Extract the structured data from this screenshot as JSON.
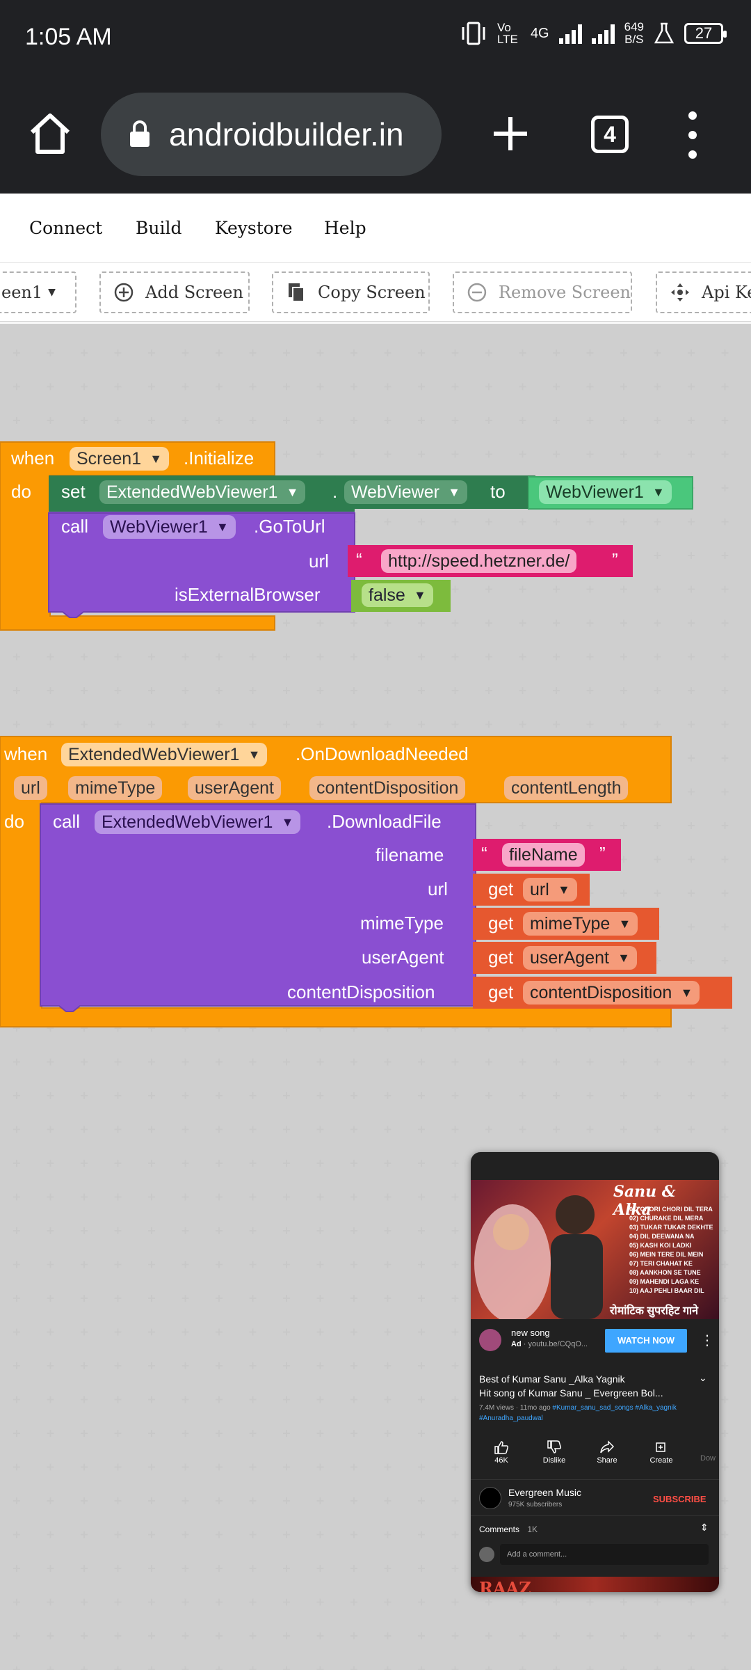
{
  "status_bar": {
    "time": "1:05 AM",
    "network": "Vo LTE",
    "network_type": "4G",
    "speed_value": "649",
    "speed_unit": "B/S",
    "battery": "27"
  },
  "browser": {
    "url": "androidbuilder.in",
    "tab_count": "4"
  },
  "app_menu": {
    "items": [
      "Connect",
      "Build",
      "Keystore",
      "Help"
    ]
  },
  "screen_bar": {
    "screen_select": "een1",
    "add_screen": "Add Screen",
    "copy_screen": "Copy Screen",
    "remove_screen": "Remove Screen",
    "api_key": "Api Ke"
  },
  "block1": {
    "when": "when",
    "component": "Screen1",
    "event": ".Initialize",
    "do": "do",
    "set": "set",
    "set_component": "ExtendedWebViewer1",
    "dot": ".",
    "set_property": "WebViewer",
    "to": "to",
    "value_component": "WebViewer1",
    "call": "call",
    "call_component": "WebViewer1",
    "call_method": ".GoToUrl",
    "param_url": "url",
    "url_value": "http://speed.hetzner.de/",
    "param_external": "isExternalBrowser",
    "external_value": "false",
    "quote_open": "“",
    "quote_close": "”"
  },
  "block2": {
    "when": "when",
    "component": "ExtendedWebViewer1",
    "event": ".OnDownloadNeeded",
    "params": [
      "url",
      "mimeType",
      "userAgent",
      "contentDisposition",
      "contentLength"
    ],
    "do": "do",
    "call": "call",
    "call_component": "ExtendedWebViewer1",
    "call_method": ".DownloadFile",
    "arg_filename": "filename",
    "filename_value": "fileName",
    "arg_url": "url",
    "arg_mimetype": "mimeType",
    "arg_useragent": "userAgent",
    "arg_contentdisposition": "contentDisposition",
    "get": "get",
    "get_url": "url",
    "get_mimetype": "mimeType",
    "get_useragent": "userAgent",
    "get_contentdisposition": "contentDisposition",
    "quote_open": "“",
    "quote_close": "”"
  },
  "video": {
    "thumb_title": "Sanu & Alka",
    "thumb_list": [
      "01) CHORI CHORI DIL TERA",
      "02) CHURAKE DIL MERA",
      "03) TUKAR TUKAR DEKHTE",
      "04) DIL DEEWANA NA",
      "05) KASH KOI LADKI",
      "06) MEIN TERE DIL MEIN",
      "07) TERI CHAHAT KE",
      "08) AANKHON SE TUNE",
      "09) MAHENDI LAGA KE",
      "10) AAJ PEHLI BAAR DIL"
    ],
    "thumb_footer": "रोमांटिक सुपरहिट गाने",
    "ad_title": "new song",
    "ad_label": "Ad",
    "ad_url": "youtu.be/CQqO...",
    "watch_now": "WATCH NOW",
    "title_line1": "Best of Kumar Sanu _Alka Yagnik",
    "title_line2": "Hit song of Kumar Sanu _ Evergreen Bol...",
    "meta": "7.4M views · 11mo ago",
    "tags": "#Kumar_sanu_sad_songs #Alka_yagnik",
    "tag2": "#Anuradha_paudwal",
    "like_count": "46K",
    "dislike": "Dislike",
    "share": "Share",
    "create": "Create",
    "download": "Dow",
    "channel": "Evergreen Music",
    "subscribers": "975K subscribers",
    "subscribe": "SUBSCRIBE",
    "comments": "Comments",
    "comments_count": "1K",
    "add_comment": "Add a comment...",
    "next_thumb": "RAAZ"
  },
  "colors": {
    "event_orange": "#fb9a03",
    "set_green": "#2e7d4f",
    "component_green": "#4ac77c",
    "call_purple": "#8a4fd1",
    "text_magenta": "#de1c6e",
    "logic_green": "#7dbb3d",
    "get_orange": "#e6582f"
  }
}
